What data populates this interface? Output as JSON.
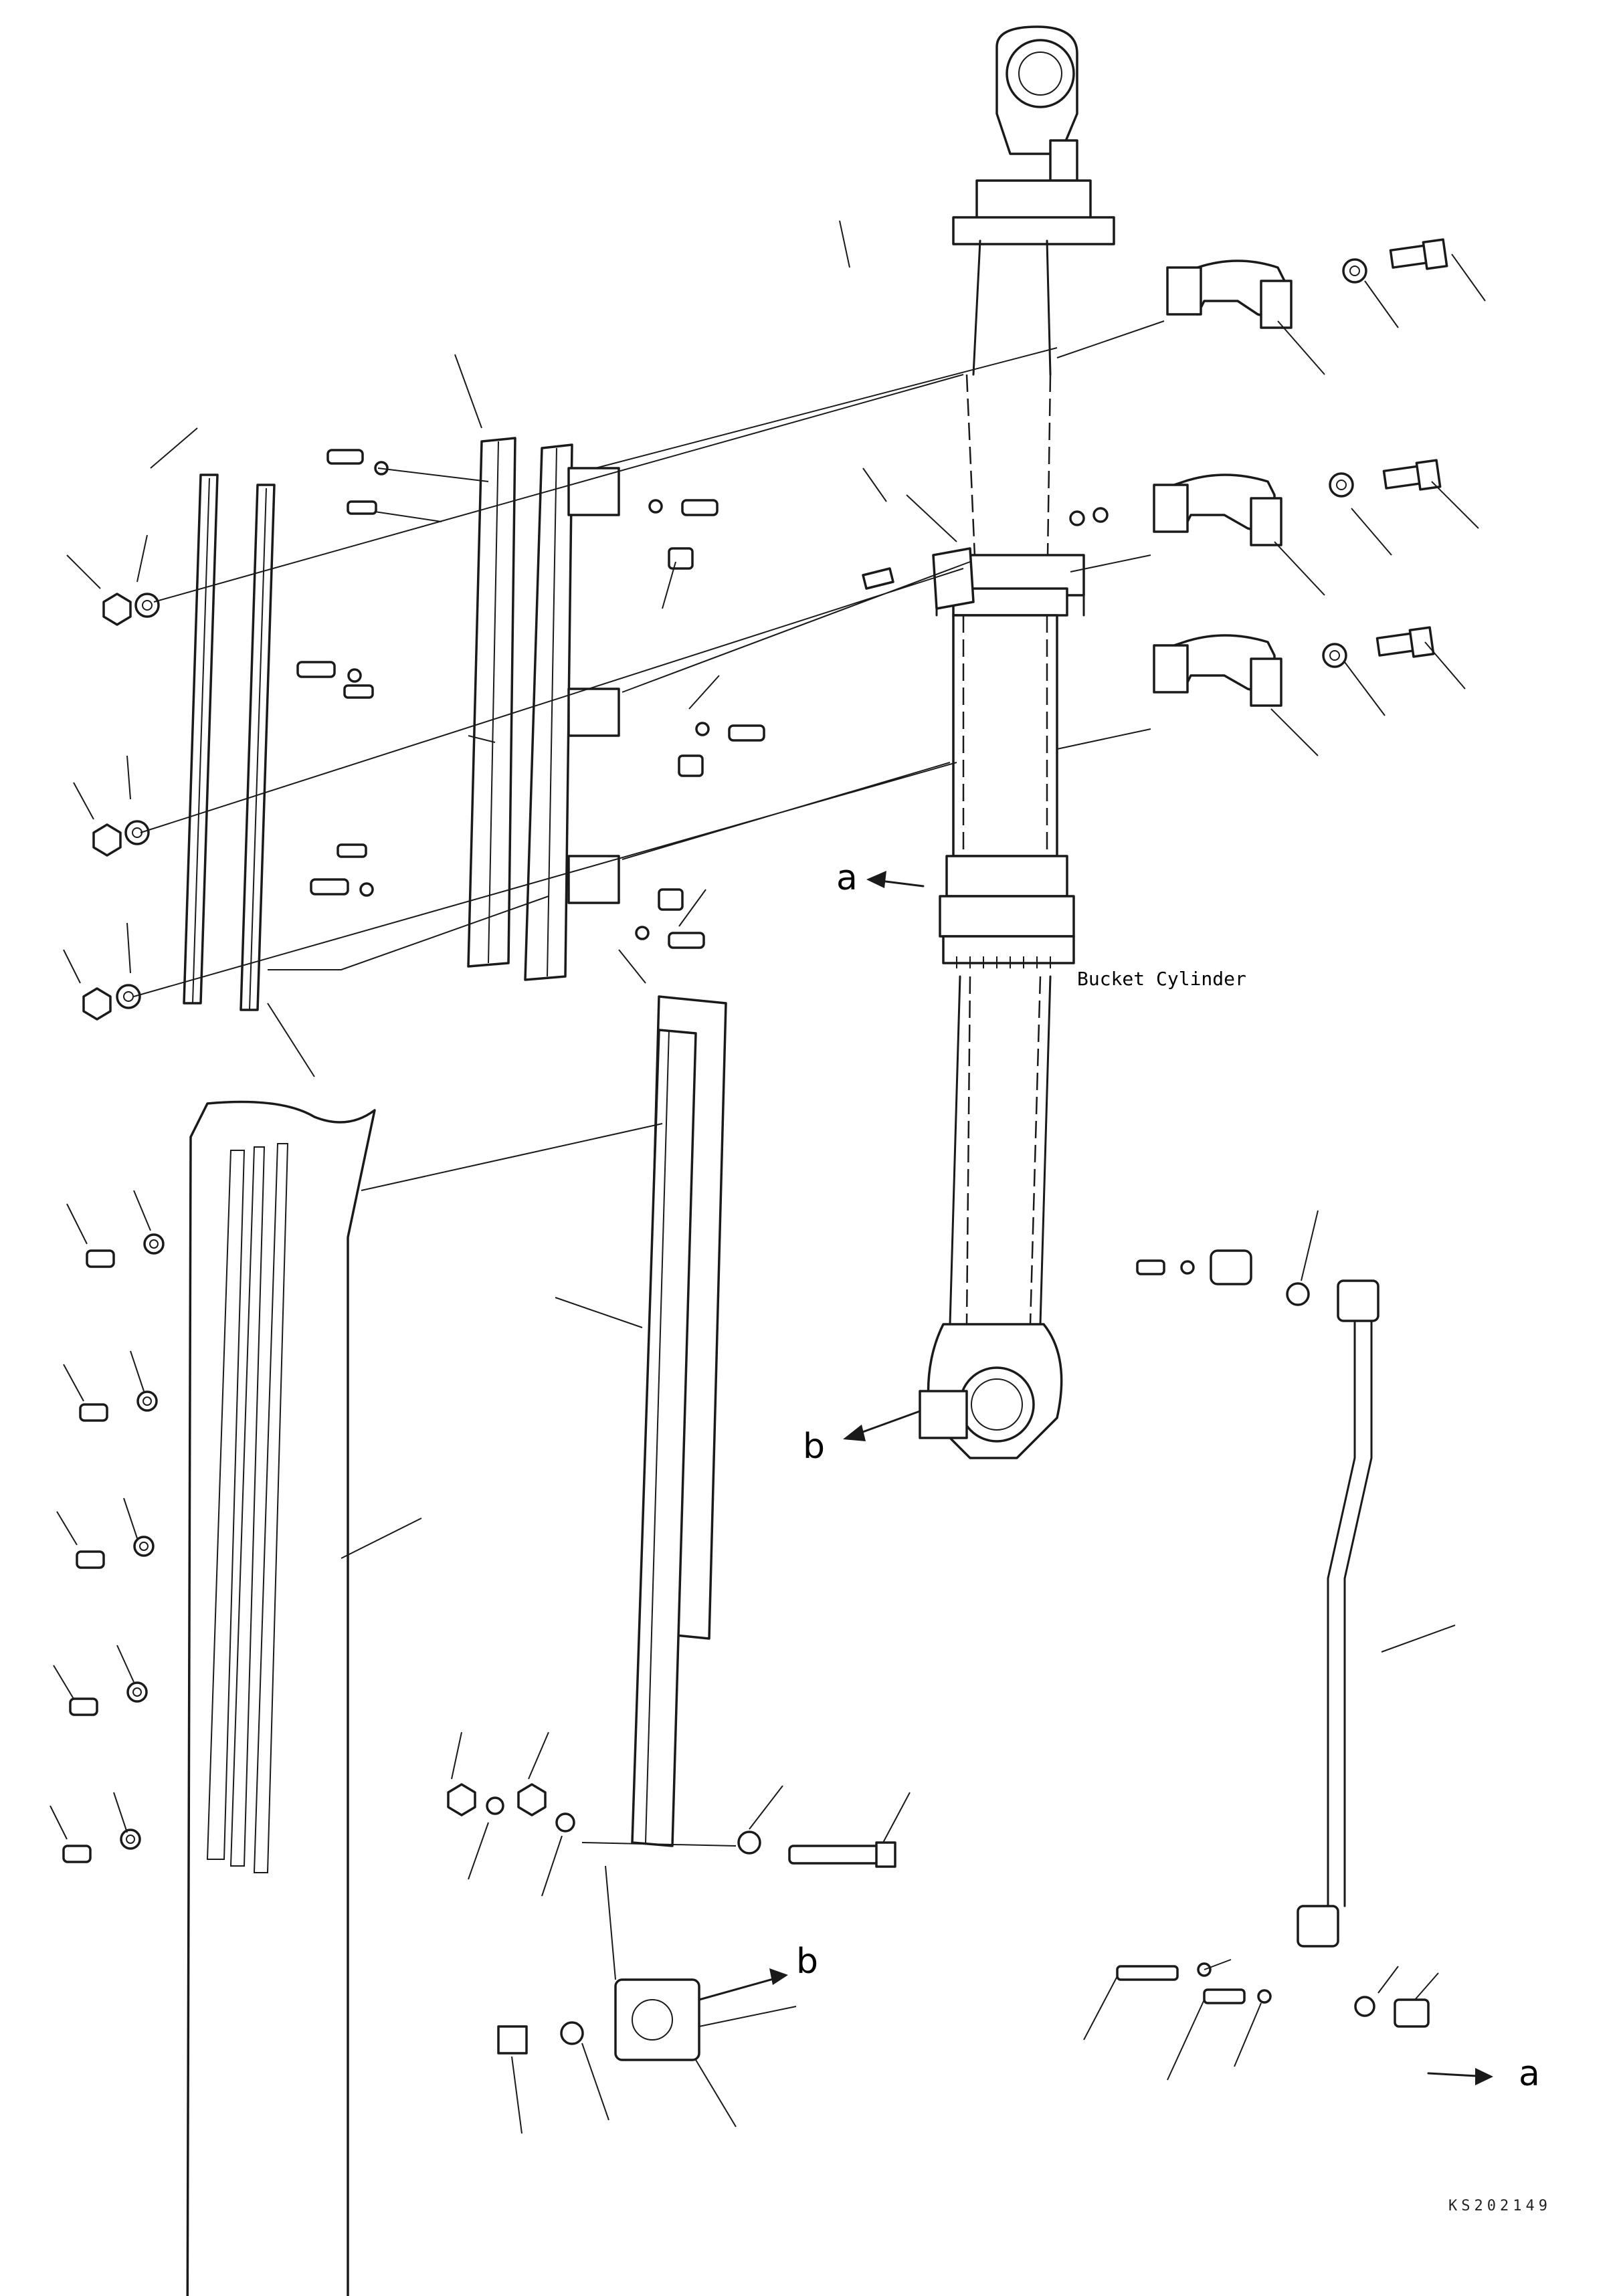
{
  "labels": {
    "cylinder_name": "Bucket Cylinder",
    "ref_a_top": "a",
    "ref_b_top": "b",
    "ref_b_bottom": "b",
    "ref_a_bottom": "a",
    "drawing_code": "KS202149"
  }
}
